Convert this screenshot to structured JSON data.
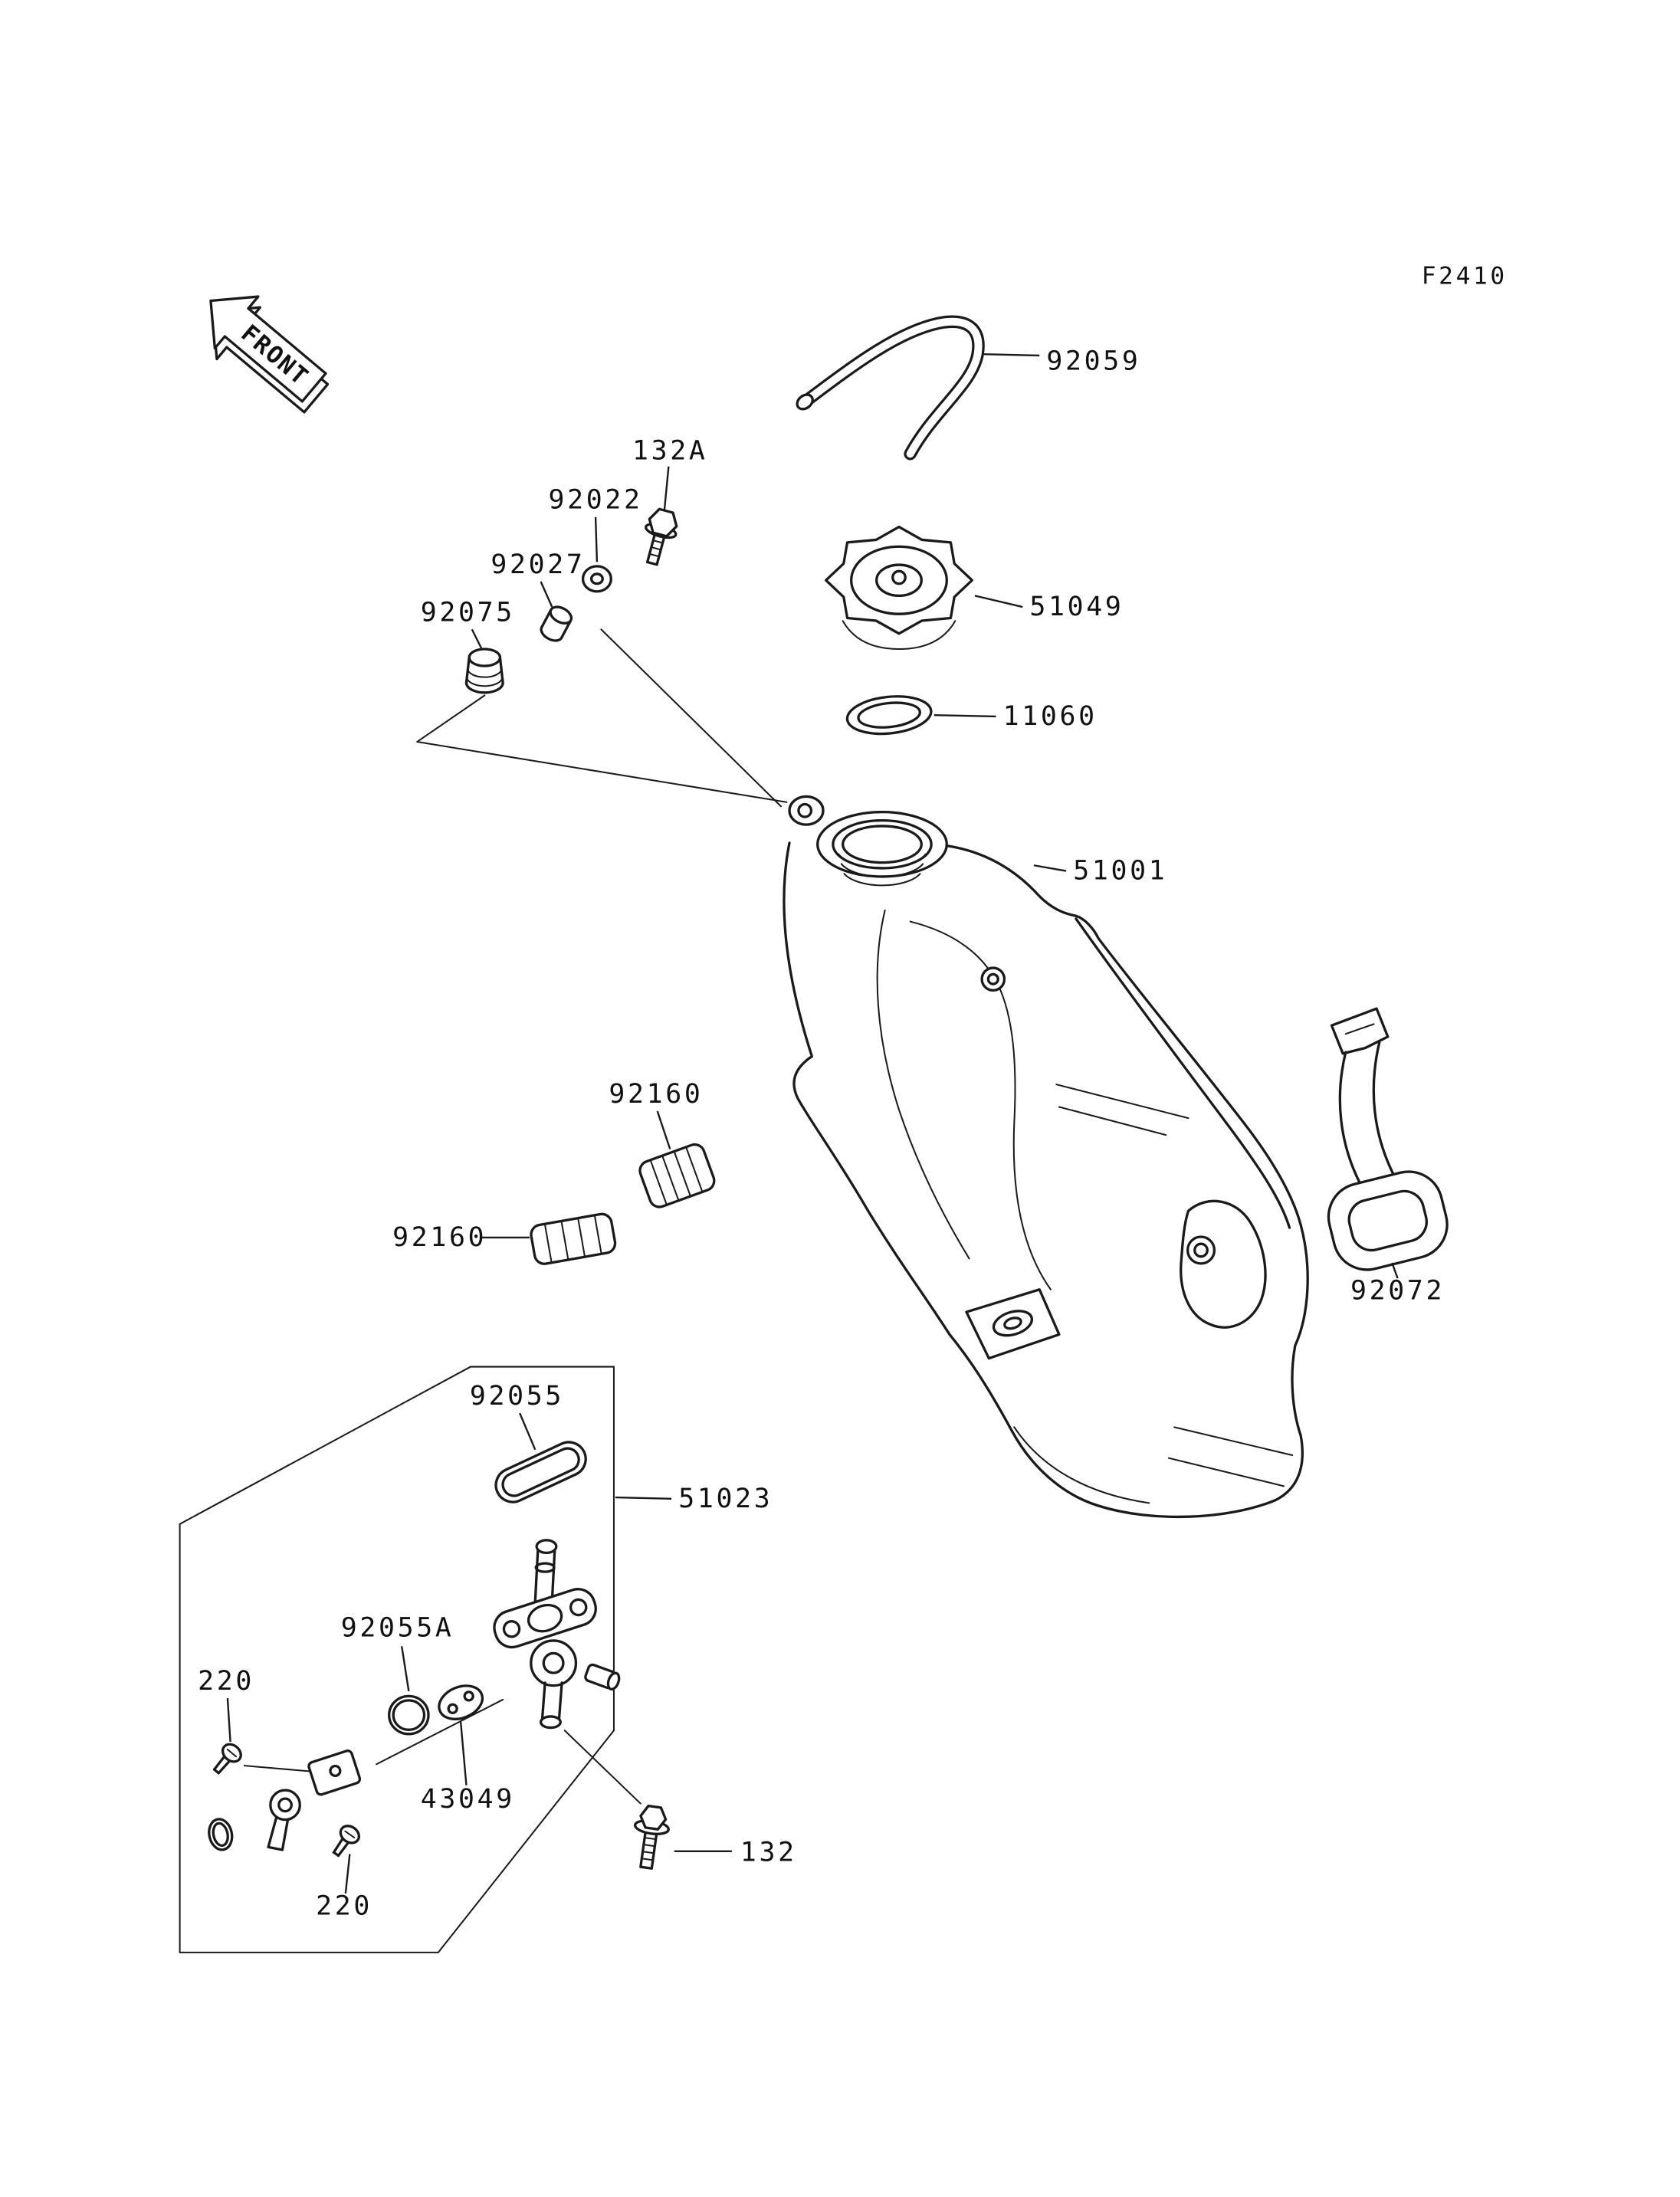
{
  "figure_code": "F2410",
  "front_arrow_label": "FRONT",
  "part_labels": {
    "hose": "92059",
    "bolt_small": "132A",
    "washer": "92022",
    "collar": "92027",
    "damper_plug": "92075",
    "tank_cap": "51049",
    "cap_gasket": "11060",
    "fuel_tank": "51001",
    "damper_pad": "92160",
    "tank_strap": "92072",
    "tap_ring": "92055",
    "fuel_tap_assy": "51023",
    "tap_oring": "92055A",
    "screw": "220",
    "tap_packing": "43049",
    "bolt": "132"
  }
}
